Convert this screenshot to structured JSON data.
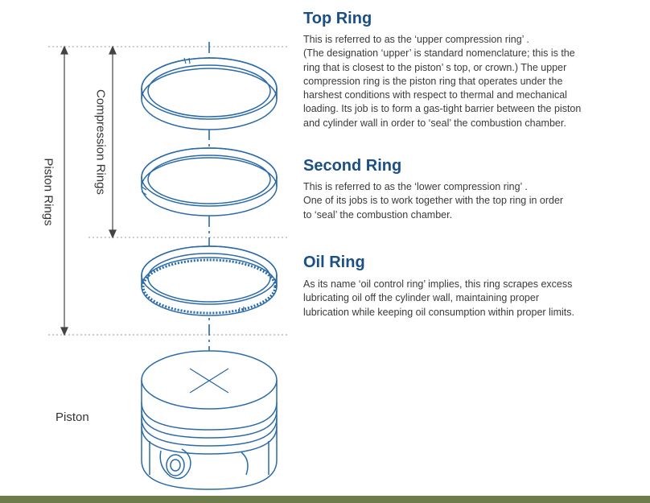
{
  "labels": {
    "piston_rings": "Piston Rings",
    "compression_rings": "Compression Rings",
    "piston": "Piston"
  },
  "sections": [
    {
      "title": "Top Ring",
      "lines": [
        "This is referred to as the ‘upper compression ring’ .",
        "(The designation ‘upper’ is standard nomenclature; this is the",
        "ring that is closest to the piston’ s top, or crown.) The upper",
        "compression ring is the piston ring that operates under the",
        "harshest  conditions with respect to thermal and mechanical",
        "loading. Its job is to form a gas-tight barrier between the piston",
        "and cylinder wall in order to ‘seal’ the combustion chamber."
      ]
    },
    {
      "title": "Second Ring",
      "lines": [
        "This is referred to as the ‘lower compression ring’ .",
        "One of its jobs is to work together with the top ring in order",
        "to ‘seal’ the combustion chamber."
      ]
    },
    {
      "title": "Oil Ring",
      "lines": [
        "As its name ‘oil control ring’ implies, this ring scrapes excess",
        "lubricating oil off the cylinder wall, maintaining proper",
        "lubrication while keeping oil consumption within proper limits."
      ]
    }
  ],
  "colors": {
    "heading": "#1b4f86",
    "line_art": "#2a6aa8",
    "text": "#3a3a3a",
    "bottom_bar": "#6e7b4a"
  },
  "icons": [
    "top-ring-icon",
    "second-ring-icon",
    "oil-ring-icon",
    "piston-icon"
  ]
}
